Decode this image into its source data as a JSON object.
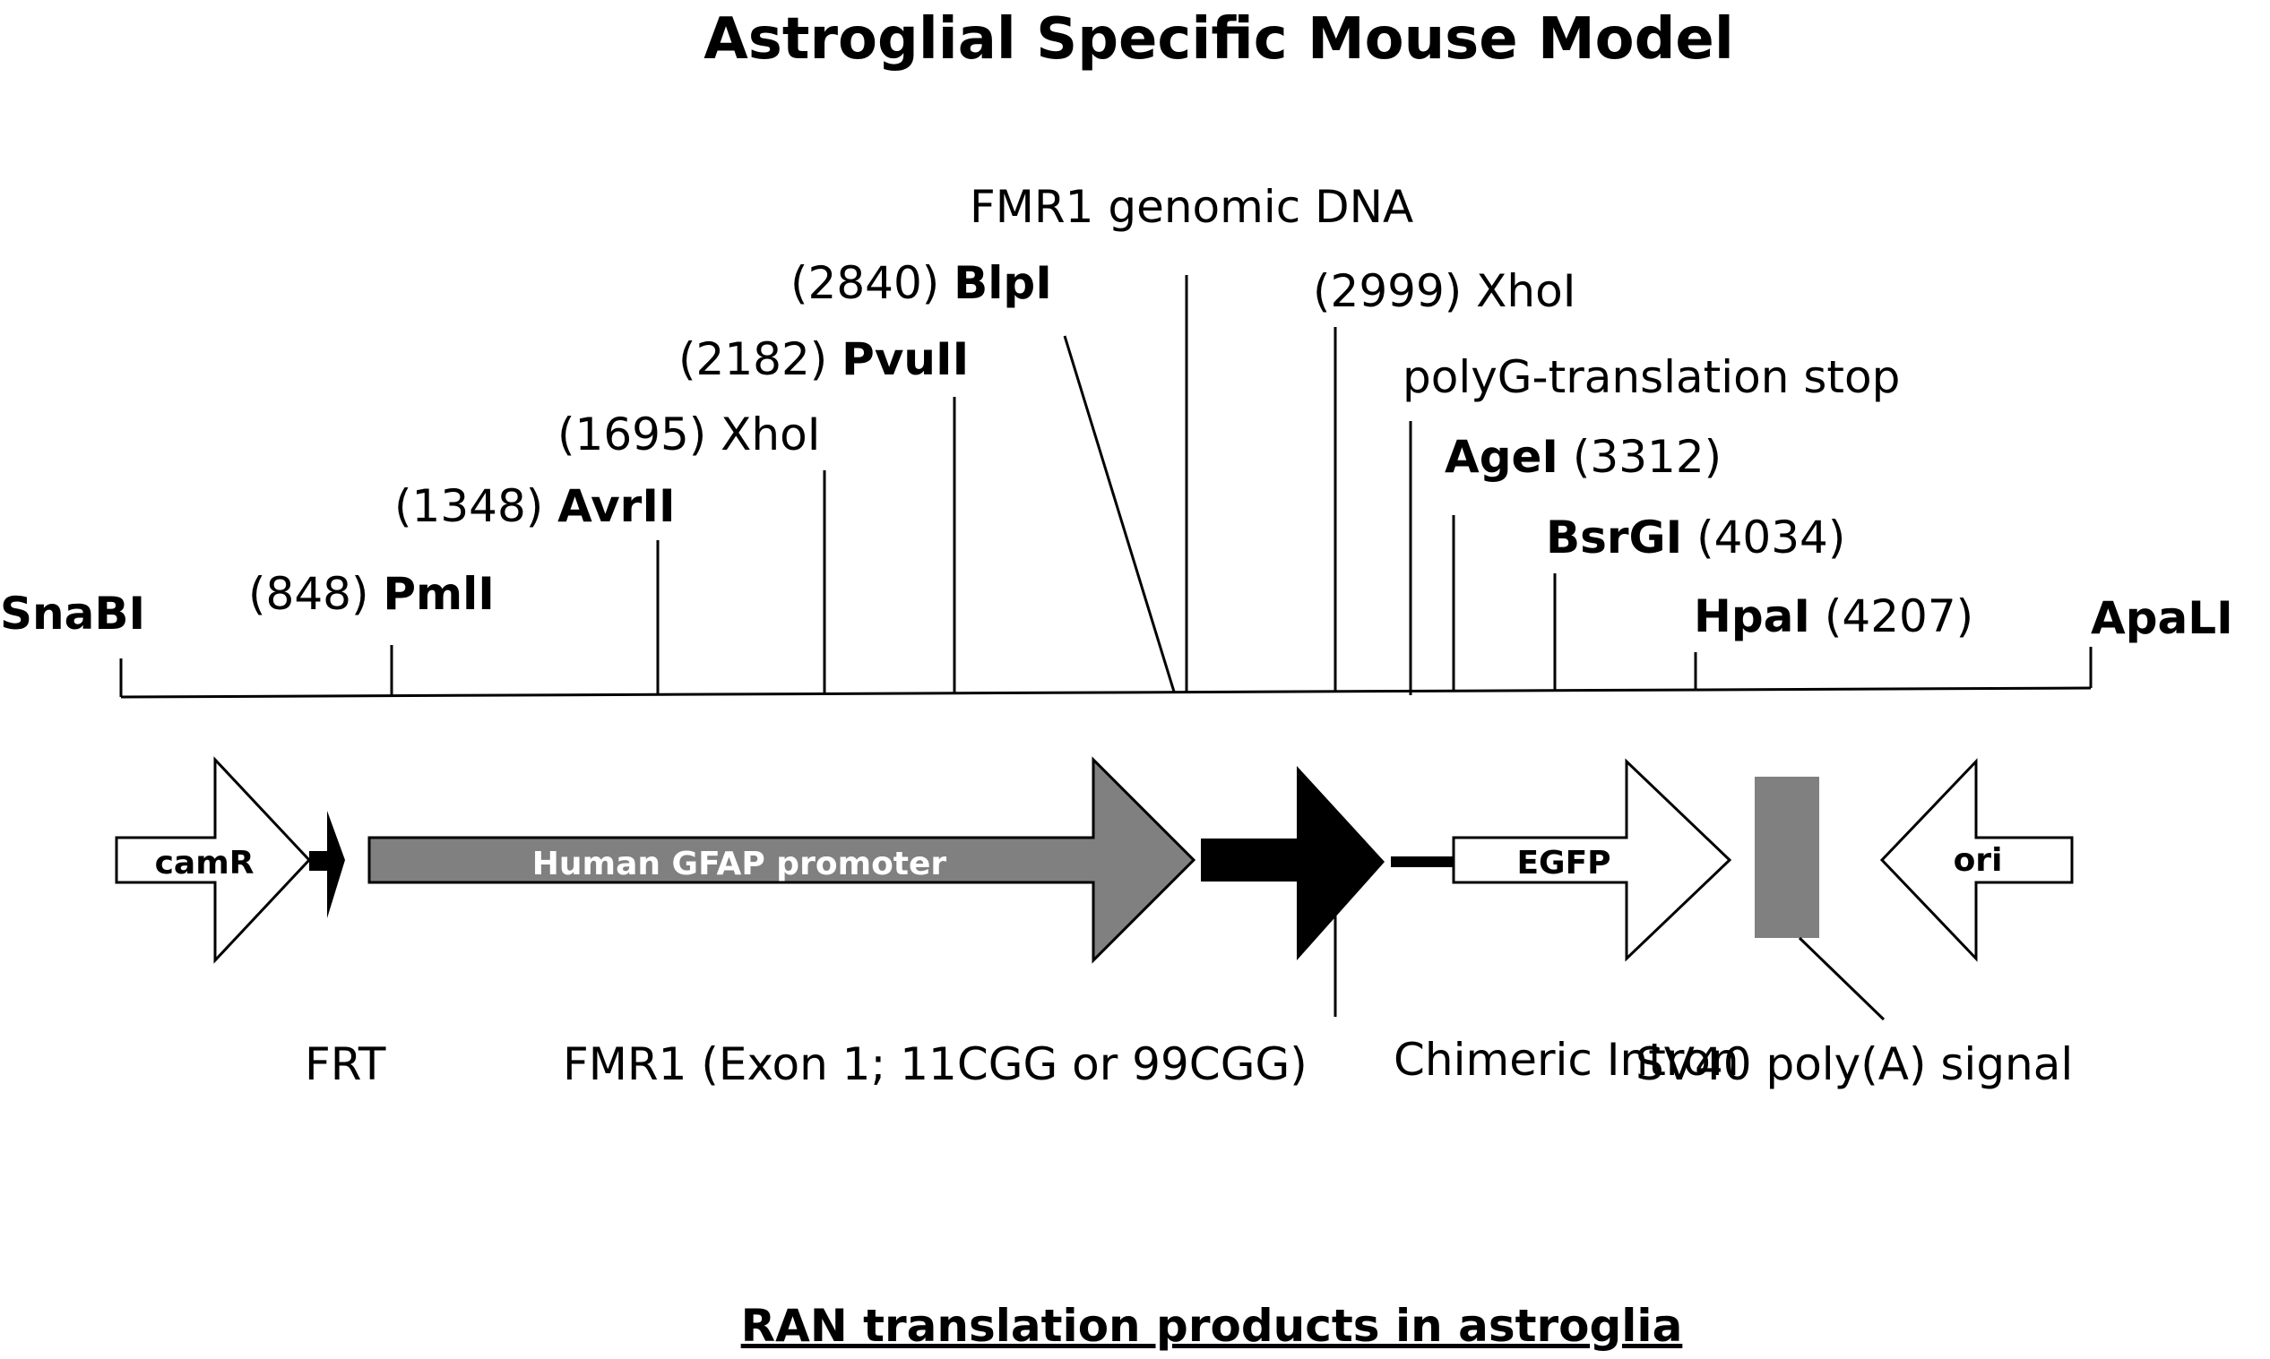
{
  "title": "Astroglial Specific Mouse Model",
  "footer": "RAN translation products in astroglia",
  "sites": {
    "snabi": {
      "name": "SnaBI"
    },
    "pmli": {
      "pos": "(848)",
      "name": "PmlI"
    },
    "avrii": {
      "pos": "(1348)",
      "name": "AvrII"
    },
    "xhoi1": {
      "pos": "(1695)",
      "name": "XhoI"
    },
    "pvuii": {
      "pos": "(2182)",
      "name": "PvuII"
    },
    "blpi": {
      "pos": "(2840)",
      "name": "BlpI"
    },
    "genomic": {
      "label": "FMR1 genomic DNA"
    },
    "xhoi2": {
      "pos": "(2999)",
      "name": "XhoI"
    },
    "polyg": {
      "label": "polyG-translation stop"
    },
    "agei": {
      "name": "AgeI",
      "pos": "(3312)"
    },
    "bsrgi": {
      "name": "BsrGI",
      "pos": "(4034)"
    },
    "hpai": {
      "name": "HpaI",
      "pos": "(4207)"
    },
    "apali": {
      "name": "ApaLI"
    }
  },
  "elements": {
    "camr": "camR",
    "gfap": "Human GFAP promoter",
    "egfp": "EGFP",
    "ori": "ori"
  },
  "bottom_labels": {
    "frt": "FRT",
    "fmr1": "FMR1 (Exon 1; 11CGG or 99CGG)",
    "intron": "Chimeric Intron",
    "sv40": "SV40 poly(A) signal"
  },
  "colors": {
    "promoter_gray": "#808080",
    "polya_gray": "#808080",
    "black": "#000000",
    "white": "#ffffff"
  }
}
